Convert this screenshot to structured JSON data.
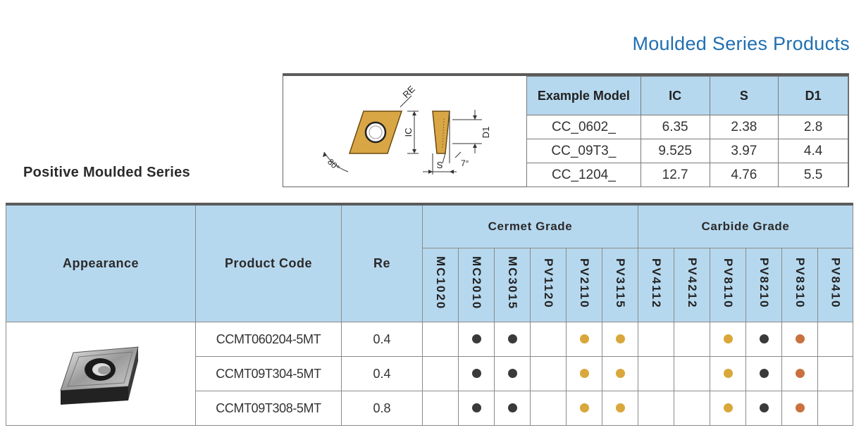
{
  "header": {
    "title": "Moulded Series Products"
  },
  "series_title": "Positive Moulded Series",
  "diagram": {
    "re_label": "RE",
    "ic_label": "IC",
    "d1_label": "D1",
    "s_label": "S",
    "angle_80": "80°",
    "angle_7": "7°"
  },
  "spec": {
    "headers": [
      "Example Model",
      "IC",
      "S",
      "D1"
    ],
    "rows": [
      [
        "CC_0602_",
        "6.35",
        "2.38",
        "2.8"
      ],
      [
        "CC_09T3_",
        "9.525",
        "3.97",
        "4.4"
      ],
      [
        "CC_1204_",
        "12.7",
        "4.76",
        "5.5"
      ]
    ]
  },
  "main": {
    "headers": {
      "appearance": "Appearance",
      "code": "Product Code",
      "re": "Re",
      "cermet": "Cermet Grade",
      "carbide": "Carbide Grade"
    },
    "cermet_grades": [
      "MC1020",
      "MC2010",
      "MC3015",
      "PV1120",
      "PV2110",
      "PV3115"
    ],
    "carbide_grades": [
      "PV4112",
      "PV4212",
      "PV8110",
      "PV8210",
      "PV8310",
      "PV8410"
    ],
    "colors": {
      "black": "#3a3a3a",
      "gold": "#d9a73a",
      "copper": "#c9713f"
    },
    "rows": [
      {
        "code": "CCMT060204-5MT",
        "re": "0.4",
        "dots": [
          "",
          "black",
          "black",
          "",
          "gold",
          "gold",
          "",
          "",
          "gold",
          "black",
          "copper",
          ""
        ]
      },
      {
        "code": "CCMT09T304-5MT",
        "re": "0.4",
        "dots": [
          "",
          "black",
          "black",
          "",
          "gold",
          "gold",
          "",
          "",
          "gold",
          "black",
          "copper",
          ""
        ]
      },
      {
        "code": "CCMT09T308-5MT",
        "re": "0.8",
        "dots": [
          "",
          "black",
          "black",
          "",
          "gold",
          "gold",
          "",
          "",
          "gold",
          "black",
          "copper",
          ""
        ]
      }
    ]
  }
}
